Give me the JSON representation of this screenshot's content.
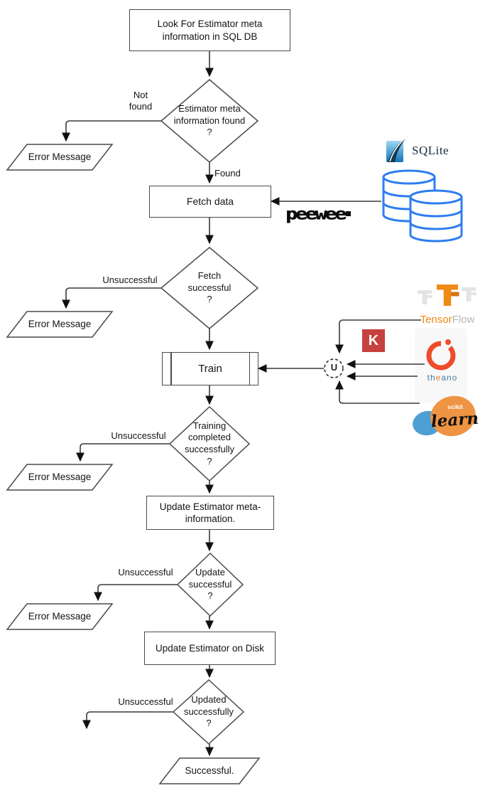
{
  "flow": {
    "start": "Look For Estimator meta\ninformation in SQL DB",
    "fetch": "Fetch data",
    "train": "Train",
    "update_meta": "Update Estimator meta-\ninformation.",
    "update_disk": "Update Estimator on Disk",
    "final": "Successful.",
    "error_label": "Error Message",
    "decisions": {
      "meta_found": "Estimator meta\ninformation found\n?",
      "fetch_ok": "Fetch\nsuccessful\n?",
      "train_ok": "Training\ncompleted\nsuccessfully\n?",
      "update_ok": "Update\nsuccessful\n?",
      "disk_ok": "Updated\nsuccessfully\n?"
    },
    "edge_labels": {
      "not_found": "Not\nfound",
      "found": "Found",
      "unsuccessful_fetch": "Unsuccessful",
      "unsuccessful_train": "Unsuccessful",
      "unsuccessful_update": "Unsuccessful",
      "unsuccessful_disk": "Unsuccessful"
    }
  },
  "logos": {
    "sqlite": "SQLite",
    "peewee": "peewee",
    "tensorflow": {
      "orange": "Tensor",
      "gray": "Flow"
    },
    "keras": "K",
    "theano": {
      "t1": "th",
      "e": "e",
      "t2": "ano"
    },
    "scikit": {
      "top": "scikit",
      "script": "learn"
    },
    "union": "U"
  },
  "colors": {
    "line": "#3a3a3a",
    "shape_stroke": "#4a4a4a",
    "db_blue": "#2e7ef0",
    "sqlite_blue": "#1173b9",
    "tf_orange": "#ef8a15",
    "keras_red": "#c5413d",
    "pytorch_orange": "#ee4c2c",
    "theano_blue": "#3f7f9e",
    "theano_orange": "#f0751f",
    "scikit_blue": "#4d9fd4",
    "scikit_orange": "#ef9442"
  }
}
